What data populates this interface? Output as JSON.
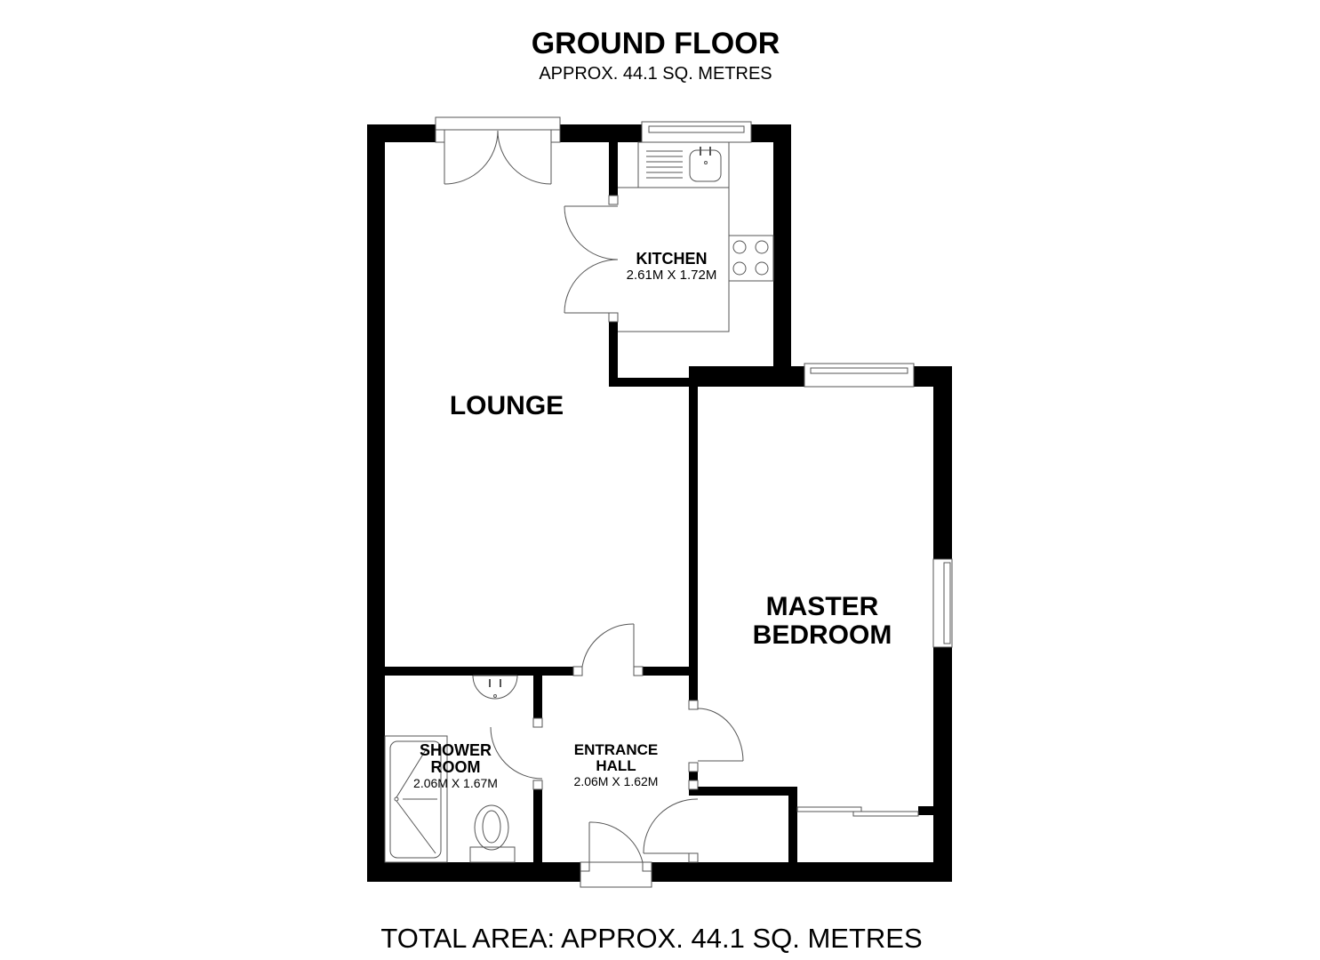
{
  "header": {
    "title": "GROUND FLOOR",
    "subtitle": "APPROX. 44.1 SQ. METRES"
  },
  "footer": {
    "total_area": "TOTAL AREA: APPROX. 44.1 SQ. METRES"
  },
  "rooms": {
    "kitchen": {
      "name": "KITCHEN",
      "dimensions": "2.61M X 1.72M"
    },
    "lounge": {
      "name": "LOUNGE"
    },
    "master_bedroom": {
      "name_line1": "MASTER",
      "name_line2": "BEDROOM"
    },
    "shower_room": {
      "name_line1": "SHOWER",
      "name_line2": "ROOM",
      "dimensions": "2.06M X 1.67M"
    },
    "entrance_hall": {
      "name_line1": "ENTRANCE",
      "name_line2": "HALL",
      "dimensions": "2.06M X 1.62M"
    }
  },
  "colors": {
    "wall": "#000000",
    "fixture_line": "#555555",
    "background": "#ffffff"
  }
}
